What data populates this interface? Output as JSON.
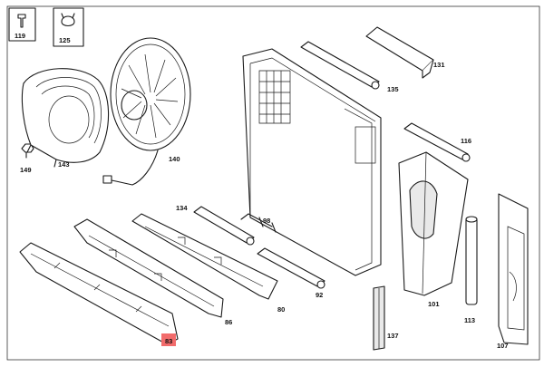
{
  "diagram": {
    "callouts": {
      "p119": "119",
      "p125": "125",
      "p131": "131",
      "p135": "135",
      "p116": "116",
      "p149": "149",
      "p143": "143",
      "p140": "140",
      "p134": "134",
      "p98": "98",
      "p92": "92",
      "p80": "80",
      "p86": "86",
      "p83": "83",
      "p101": "101",
      "p113": "113",
      "p137": "137",
      "p107": "107"
    },
    "colors": {
      "line": "#1a1a1a",
      "highlight": "#f26c6c"
    }
  }
}
